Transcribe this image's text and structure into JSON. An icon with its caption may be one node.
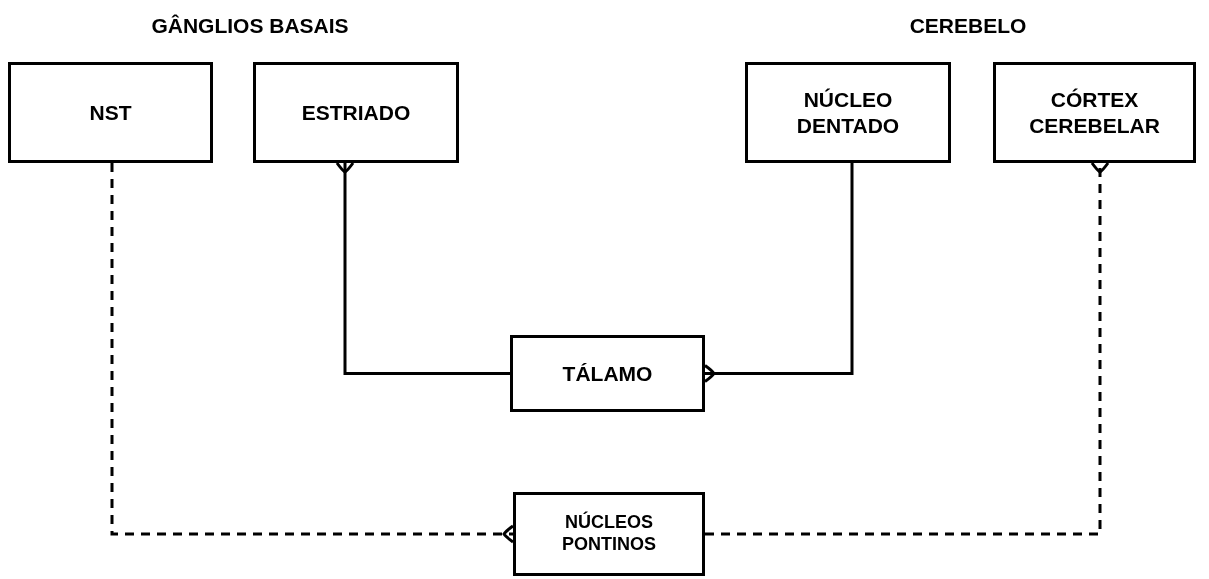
{
  "diagram": {
    "nodes": [
      {
        "text": [
          "NST"
        ]
      },
      {
        "text": [
          "ESTRIADO"
        ]
      },
      {
        "text": [
          "NÚCLEO DENTADO"
        ]
      },
      {
        "text": [
          "CÓRTEX CEREBELAR"
        ]
      },
      {
        "text": [
          "TÁLAMO"
        ]
      },
      {
        "text": [
          "NÚCLEOS PONTINOS"
        ]
      }
    ],
    "edges": [
      {
        "from": 4,
        "to": 1,
        "arrow": "other"
      },
      {
        "from": 2,
        "to": 4,
        "arrow": "other"
      },
      {
        "from": 5,
        "to": 3,
        "arrow": "other",
        "style": "dashed"
      },
      {
        "from": 0,
        "to": 5,
        "arrow": "other",
        "style": "dashed"
      }
    ],
    "labels": [
      "GÂNGLIOS BASAIS",
      "CEREBELO"
    ]
  }
}
